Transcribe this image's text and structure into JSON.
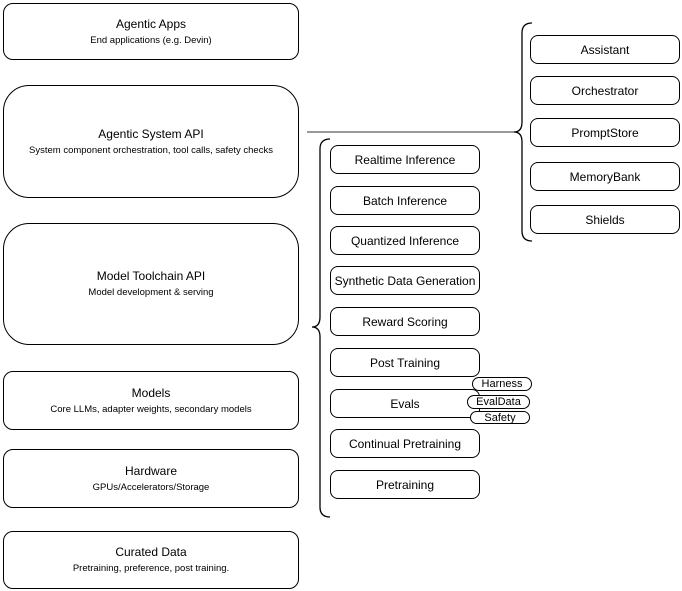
{
  "diagram": {
    "left_stack": [
      {
        "title": "Agentic Apps",
        "subtitle": "End applications (e.g. Devin)"
      },
      {
        "title": "Agentic System API",
        "subtitle": "System component orchestration, tool calls, safety checks"
      },
      {
        "title": "Model Toolchain API",
        "subtitle": "Model development & serving"
      },
      {
        "title": "Models",
        "subtitle": "Core LLMs, adapter weights, secondary models"
      },
      {
        "title": "Hardware",
        "subtitle": "GPUs/Accelerators/Storage"
      },
      {
        "title": "Curated Data",
        "subtitle": "Pretraining, preference, post training."
      }
    ],
    "toolchain_capabilities": [
      "Realtime Inference",
      "Batch Inference",
      "Quantized Inference",
      "Synthetic Data Generation",
      "Reward Scoring",
      "Post Training",
      "Evals",
      "Continual Pretraining",
      "Pretraining"
    ],
    "eval_tags": [
      "Harness",
      "EvalData",
      "Safety"
    ],
    "system_components": [
      "Assistant",
      "Orchestrator",
      "PromptStore",
      "MemoryBank",
      "Shields"
    ],
    "colors": {
      "node_stroke": "#000000",
      "node_fill": "#ffffff",
      "connector_line": "#5c5c5c",
      "text": "#000000",
      "background": "#ffffff"
    }
  }
}
